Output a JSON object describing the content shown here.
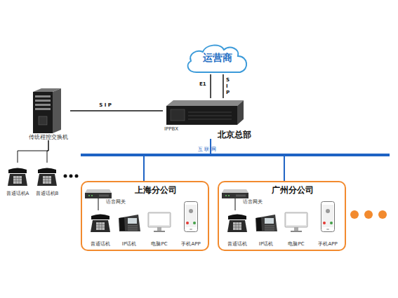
{
  "diagram": {
    "nodes": [
      {
        "text": [
          "运营商"
        ]
      },
      {
        "text": [
          "IPPBX",
          "北京总部"
        ]
      },
      {
        "text": [
          "传统程控交换机"
        ]
      },
      {
        "text": [
          "普通话机A"
        ]
      },
      {
        "text": [
          "普通话机B"
        ]
      },
      {
        "text": [
          "互 联 网"
        ]
      },
      {
        "text": [
          "上海分公司"
        ]
      },
      {
        "text": [
          "语音网关"
        ],
        "in": 6
      },
      {
        "text": [
          "普通话机"
        ],
        "in": 6
      },
      {
        "text": [
          "IP话机"
        ],
        "in": 6
      },
      {
        "text": [
          "电脑PC"
        ],
        "in": 6
      },
      {
        "text": [
          "手机APP"
        ],
        "in": 6
      },
      {
        "text": [
          "广州分公司"
        ]
      },
      {
        "text": [
          "语音网关"
        ],
        "in": 12
      },
      {
        "text": [
          "普通话机"
        ],
        "in": 12
      },
      {
        "text": [
          "IP话机"
        ],
        "in": 12
      },
      {
        "text": [
          "电脑PC"
        ],
        "in": 12
      },
      {
        "text": [
          "手机APP"
        ],
        "in": 12
      }
    ],
    "edges": [
      {
        "from": 0,
        "to": 1,
        "label": "E1",
        "arrow": "none"
      },
      {
        "from": 0,
        "to": 1,
        "label": "S I P",
        "arrow": "none"
      },
      {
        "from": 2,
        "to": 1,
        "label": "S I P",
        "arrow": "none"
      },
      {
        "from": 2,
        "to": 3,
        "arrow": "none"
      },
      {
        "from": 2,
        "to": 4,
        "arrow": "none"
      },
      {
        "from": 1,
        "to": 5,
        "arrow": "none"
      },
      {
        "from": 5,
        "to": 6,
        "arrow": "none"
      },
      {
        "from": 5,
        "to": 12,
        "arrow": "none"
      },
      {
        "from": 7,
        "to": 8,
        "arrow": "none"
      },
      {
        "from": 13,
        "to": 14,
        "arrow": "none"
      }
    ]
  }
}
